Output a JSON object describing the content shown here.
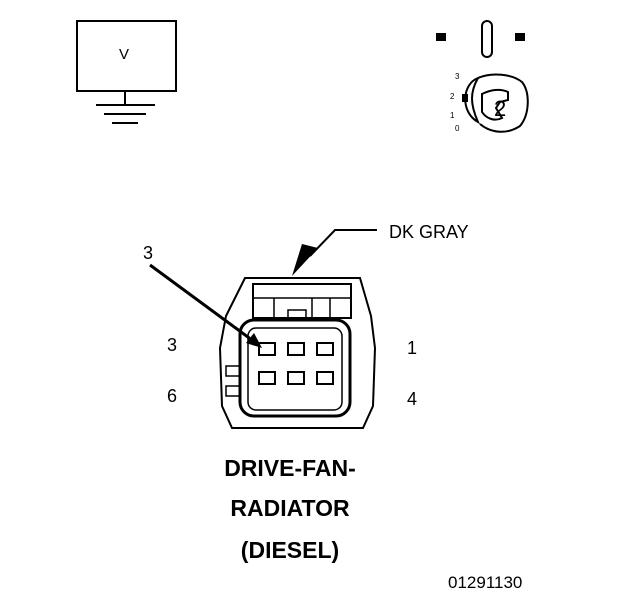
{
  "voltmeter": {
    "label": "V"
  },
  "probe": {
    "label": "2",
    "dial_ticks": [
      "3",
      "2",
      "1",
      "0"
    ]
  },
  "connector": {
    "wire_color": "DK GRAY",
    "pointer_label": "3",
    "pin_labels": {
      "top_left": "3",
      "top_right": "1",
      "bottom_left": "6",
      "bottom_right": "4"
    }
  },
  "title": {
    "line1": "DRIVE-FAN-",
    "line2": "RADIATOR",
    "line3": "(DIESEL)"
  },
  "figure_id": "01291130"
}
